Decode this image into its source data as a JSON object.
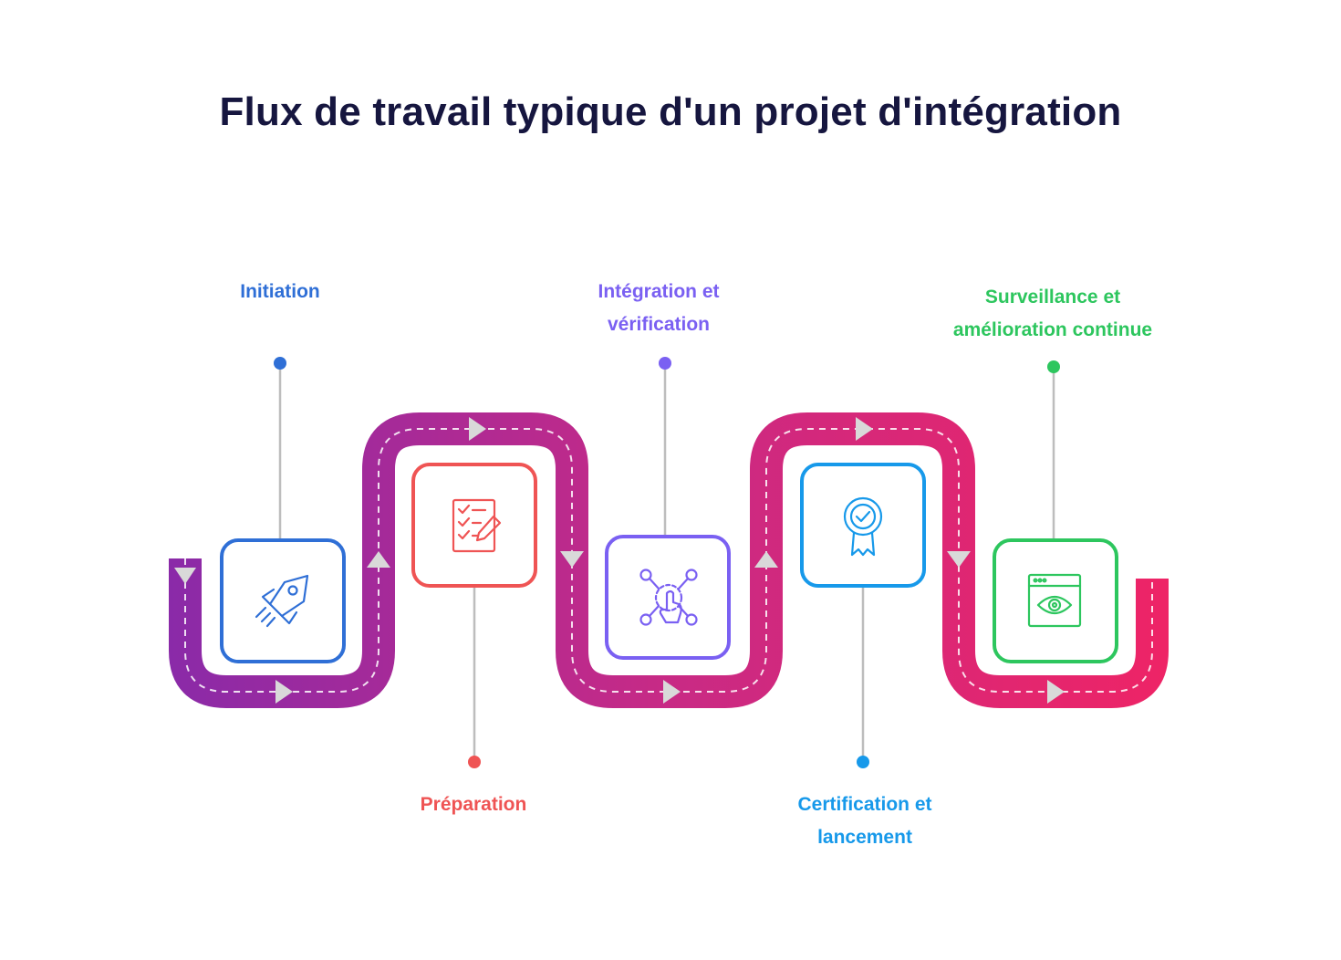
{
  "title": "Flux de travail typique d'un projet d'intégration",
  "steps": [
    {
      "label_lines": [
        "Initiation"
      ],
      "color": "#2f6fd6",
      "icon": "rocket-icon"
    },
    {
      "label_lines": [
        "Préparation"
      ],
      "color": "#ef5454",
      "icon": "checklist-pen-icon"
    },
    {
      "label_lines": [
        "Intégration et",
        "vérification"
      ],
      "color": "#7a60f2",
      "icon": "network-touch-icon"
    },
    {
      "label_lines": [
        "Certification et",
        "lancement"
      ],
      "color": "#1799ea",
      "icon": "badge-check-icon"
    },
    {
      "label_lines": [
        "Surveillance et",
        "amélioration continue"
      ],
      "color": "#2dc65e",
      "icon": "browser-eye-icon"
    }
  ],
  "path_gradient": [
    "#8a2aa8",
    "#c82a85",
    "#ee2466"
  ],
  "arrow_color": "#d9d9d9",
  "connector_color": "#bdbdbd"
}
